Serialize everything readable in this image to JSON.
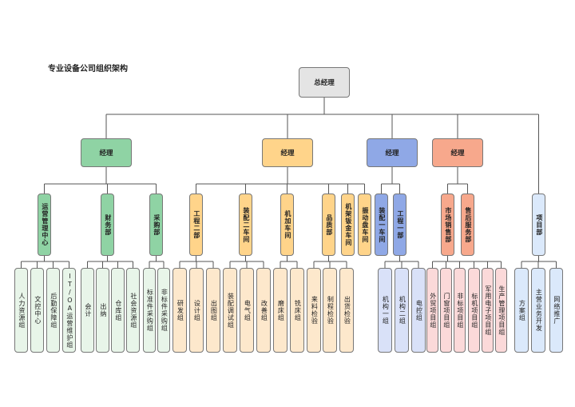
{
  "title": "专业设备公司组织架构",
  "colors": {
    "gray": "#e4e4e4",
    "green": "#8fd3a4",
    "orange": "#ffd48a",
    "blue": "#8fa8e6",
    "salmon": "#f7a88c",
    "light_green": "#e8f5e9",
    "light_orange": "#fde8cc",
    "light_blue": "#d9e1f8",
    "light_pink": "#fbd9d9",
    "pale_blue": "#dbe9fb",
    "line": "#555555"
  },
  "root": {
    "label": "总经理"
  },
  "managers": [
    {
      "label": "经理"
    },
    {
      "label": "经理"
    },
    {
      "label": "经理"
    },
    {
      "label": "经理"
    }
  ],
  "departments": [
    {
      "label": "运营管理中心"
    },
    {
      "label": "财务部"
    },
    {
      "label": "采购部"
    },
    {
      "label": "工程二部"
    },
    {
      "label": "装配二车间"
    },
    {
      "label": "机加车间"
    },
    {
      "label": "品质部"
    },
    {
      "label": "机架钣金车间"
    },
    {
      "label": "振动盘车间"
    },
    {
      "label": "装配一车间"
    },
    {
      "label": "工程一部"
    },
    {
      "label": "市场销售部"
    },
    {
      "label": "售后服务部"
    },
    {
      "label": "项目部"
    }
  ],
  "groups": [
    {
      "label": "人力资源组"
    },
    {
      "label": "文控中心"
    },
    {
      "label": "后勤保障组"
    },
    {
      "label": "IT/OA运营维护组"
    },
    {
      "label": "会计"
    },
    {
      "label": "出纳"
    },
    {
      "label": "仓库组"
    },
    {
      "label": "社会资源组"
    },
    {
      "label": "标准件采购组"
    },
    {
      "label": "非标件采购组"
    },
    {
      "label": "研发组"
    },
    {
      "label": "设计组"
    },
    {
      "label": "出图组"
    },
    {
      "label": "装配调试组"
    },
    {
      "label": "电气组"
    },
    {
      "label": "改善组"
    },
    {
      "label": "磨床组"
    },
    {
      "label": "铣床组"
    },
    {
      "label": "来料检验"
    },
    {
      "label": "制程检验"
    },
    {
      "label": "出货检验"
    },
    {
      "label": "机构一组"
    },
    {
      "label": "机构二组"
    },
    {
      "label": "电控组"
    },
    {
      "label": "外贸项目组"
    },
    {
      "label": "门窗项目组"
    },
    {
      "label": "非标项目组"
    },
    {
      "label": "标机项目组"
    },
    {
      "label": "军用电子项目组"
    },
    {
      "label": "生产管理项目组"
    },
    {
      "label": "方案组"
    },
    {
      "label": "主营业务开发"
    },
    {
      "label": "网络推广"
    }
  ]
}
